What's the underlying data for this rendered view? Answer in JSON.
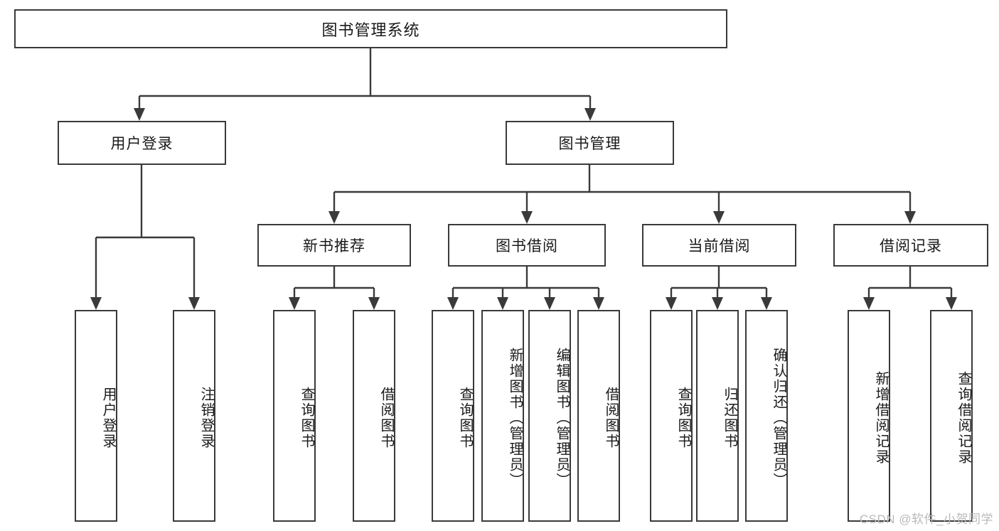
{
  "diagram": {
    "title_node": {
      "label": "图书管理系统"
    },
    "level2": [
      {
        "id": "user-login",
        "label": "用户登录"
      },
      {
        "id": "book-management",
        "label": "图书管理"
      }
    ],
    "level3": [
      {
        "id": "new-book-recommend",
        "label": "新书推荐"
      },
      {
        "id": "book-borrow",
        "label": "图书借阅"
      },
      {
        "id": "current-borrow",
        "label": "当前借阅"
      },
      {
        "id": "borrow-record",
        "label": "借阅记录"
      }
    ],
    "leaves": [
      {
        "id": "leaf-user-login",
        "label": "用户登录",
        "parent": "user-login"
      },
      {
        "id": "leaf-logout-login",
        "label": "注销登录",
        "parent": "user-login"
      },
      {
        "id": "leaf-query-book-1",
        "label": "查询图书",
        "parent": "new-book-recommend"
      },
      {
        "id": "leaf-borrow-book-1",
        "label": "借阅图书",
        "parent": "new-book-recommend"
      },
      {
        "id": "leaf-query-book-2",
        "label": "查询图书",
        "parent": "book-borrow"
      },
      {
        "id": "leaf-add-book",
        "label": "新增图书（管理员）",
        "parent": "book-borrow"
      },
      {
        "id": "leaf-edit-book",
        "label": "编辑图书（管理员）",
        "parent": "book-borrow"
      },
      {
        "id": "leaf-borrow-book-2",
        "label": "借阅图书",
        "parent": "book-borrow"
      },
      {
        "id": "leaf-query-book-3",
        "label": "查询图书",
        "parent": "current-borrow"
      },
      {
        "id": "leaf-return-book",
        "label": "归还图书",
        "parent": "current-borrow"
      },
      {
        "id": "leaf-confirm-return",
        "label": "确认归还（管理员）",
        "parent": "current-borrow"
      },
      {
        "id": "leaf-add-borrow-record",
        "label": "新增借阅记录",
        "parent": "borrow-record"
      },
      {
        "id": "leaf-query-borrow-record",
        "label": "查询借阅记录",
        "parent": "borrow-record"
      }
    ],
    "watermark": "CSDN @软件_小贺同学",
    "colors": {
      "stroke": "#3a3a3a",
      "fill": "#ffffff",
      "text": "#1a1a1a",
      "watermark": "#b9b9b9"
    }
  }
}
